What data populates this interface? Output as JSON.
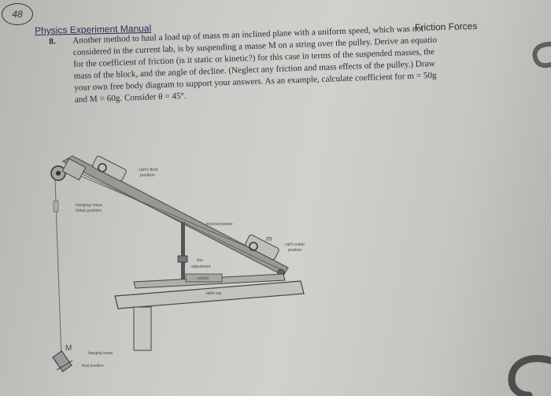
{
  "page_number": "48",
  "running_head": {
    "left": "Physics Experiment Manual",
    "right": "Friction Forces"
  },
  "problem": {
    "number": "8.",
    "lines": [
      "Another method to haul a load up of mass m an inclined plane with a uniform speed, which was not",
      "considered in the current lab, is by suspending a masse M on a string over the pulley. Derive an equatio",
      "for the coefficient of friction (is it static or kinetic?) for this case in terms of the suspended masses, the",
      "mass of the block, and the angle of decline. (Neglect any friction and mass effects of the pulley.) Draw",
      "your own free body diagram to support your answers. As an example, calculate coefficient for m = 50g",
      "and M = 60g. Consider θ = 45°."
    ]
  },
  "figure": {
    "labels": {
      "cart_final": "cart's final",
      "cart_final_2": "position",
      "hanging_initial": "hanging mass",
      "hanging_initial_2": "initial position",
      "inclined_plane": "inclined plane",
      "m": "m",
      "cart_initial": "cart's initial",
      "cart_initial_2": "position",
      "fine": "fine",
      "adjustment": "adjustment",
      "control": "control",
      "table_top": "table top",
      "M": "M",
      "hanging_final": "hanging mass",
      "hanging_final_2": "final position"
    }
  }
}
